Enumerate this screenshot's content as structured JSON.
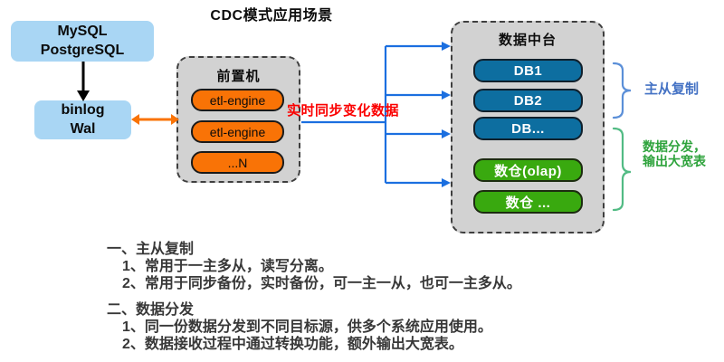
{
  "title": "CDC模式应用场景",
  "sources": {
    "db_box": {
      "lines": [
        "MySQL",
        "PostgreSQL"
      ]
    },
    "log_box": {
      "lines": [
        "binlog",
        "Wal"
      ]
    }
  },
  "frontend_panel": {
    "title": "前置机",
    "engines": [
      "etl-engine",
      "etl-engine",
      "...N"
    ]
  },
  "sync_label": "实时同步变化数据",
  "platform_panel": {
    "title": "数据中台",
    "db_nodes": [
      "DB1",
      "DB2",
      "DB..."
    ],
    "warehouse_nodes": [
      "数仓(olap)",
      "数仓 ..."
    ]
  },
  "annotations": {
    "replication_label": "主从复制",
    "distribution_label_lines": [
      "数据分发，",
      "输出大宽表"
    ]
  },
  "notes": {
    "sections": [
      {
        "heading": "一、主从复制",
        "items": [
          "1、常用于一主多从，读写分离。",
          "2、常用于同步备份，实时备份，可一主一从，也可一主多从。"
        ]
      },
      {
        "heading": "二、数据分发",
        "items": [
          "1、同一份数据分发到不同目标源，供多个系统应用使用。",
          "2、数据接收过程中通过转换功能，额外输出大宽表。"
        ]
      }
    ]
  },
  "colors": {
    "light_blue_box": "#a9d6f4",
    "orange": "#f97306",
    "db_blue": "#0d6ea0",
    "warehouse_green": "#39a90f",
    "panel_gray": "#d2d2d2",
    "connector_blue": "#1b6fe0",
    "sync_red": "#fb0000",
    "brace_blue": "#5b8fd8",
    "brace_green": "#52bb84",
    "label_blue": "#4472c4",
    "label_green": "#2ea33c"
  }
}
